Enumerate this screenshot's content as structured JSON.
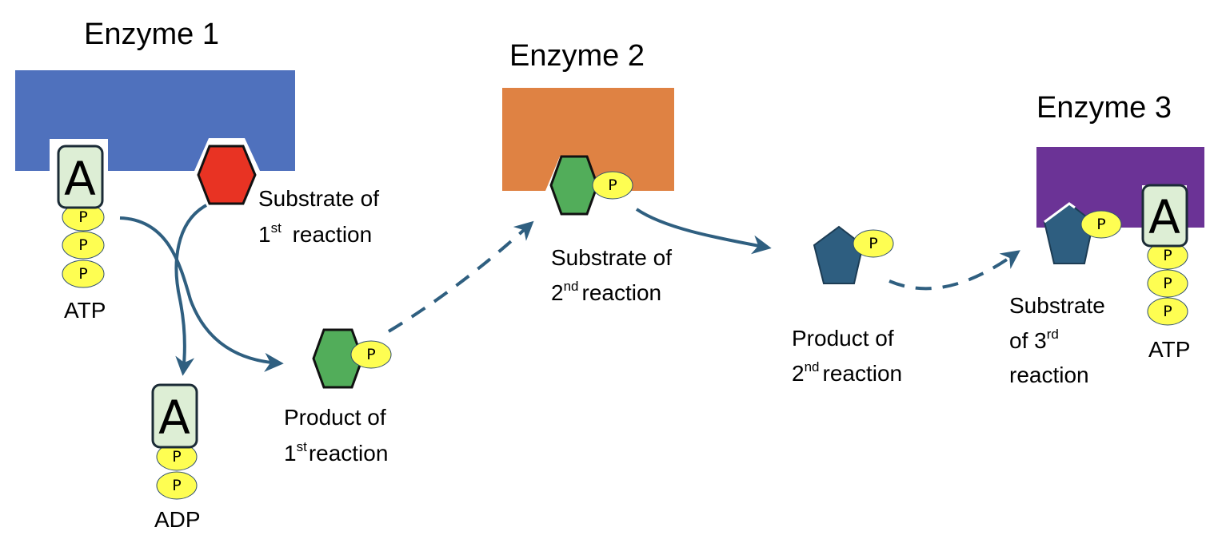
{
  "colors": {
    "enzyme1": "#4f71bd",
    "enzyme2": "#df8243",
    "enzyme3": "#6b3396",
    "substrate1": "#e83323",
    "product1": "#52ad5a",
    "product2": "#2e5e80",
    "phosphate": "#fefe52",
    "adenosine_box": "#ddeed5",
    "arrow": "#2f5f80"
  },
  "enzymes": [
    {
      "title": "Enzyme 1"
    },
    {
      "title": "Enzyme 2"
    },
    {
      "title": "Enzyme 3"
    }
  ],
  "molecules": {
    "atp1": {
      "letter": "A",
      "phosphates": [
        "P",
        "P",
        "P"
      ],
      "label": "ATP"
    },
    "adp": {
      "letter": "A",
      "phosphates": [
        "P",
        "P"
      ],
      "label": "ADP"
    },
    "atp3": {
      "letter": "A",
      "phosphates": [
        "P",
        "P",
        "P"
      ],
      "label": "ATP"
    },
    "product1_p": "P",
    "substrate2_p": "P",
    "product2_p": "P",
    "substrate3_p": "P"
  },
  "labels": {
    "substrate1": {
      "line1": "Substrate of",
      "num": "1",
      "sup": "st",
      "rest": " reaction"
    },
    "product1": {
      "line1": "Product of",
      "num": "1",
      "sup": "st",
      "rest": "reaction"
    },
    "substrate2": {
      "line1": "Substrate of",
      "num": "2",
      "sup": "nd",
      "rest": "reaction"
    },
    "product2": {
      "line1": "Product of",
      "num": "2",
      "sup": "nd",
      "rest": "reaction"
    },
    "substrate3": {
      "line1": "Substrate",
      "line2a": "of 3",
      "sup": "rd",
      "line3": "reaction"
    }
  }
}
